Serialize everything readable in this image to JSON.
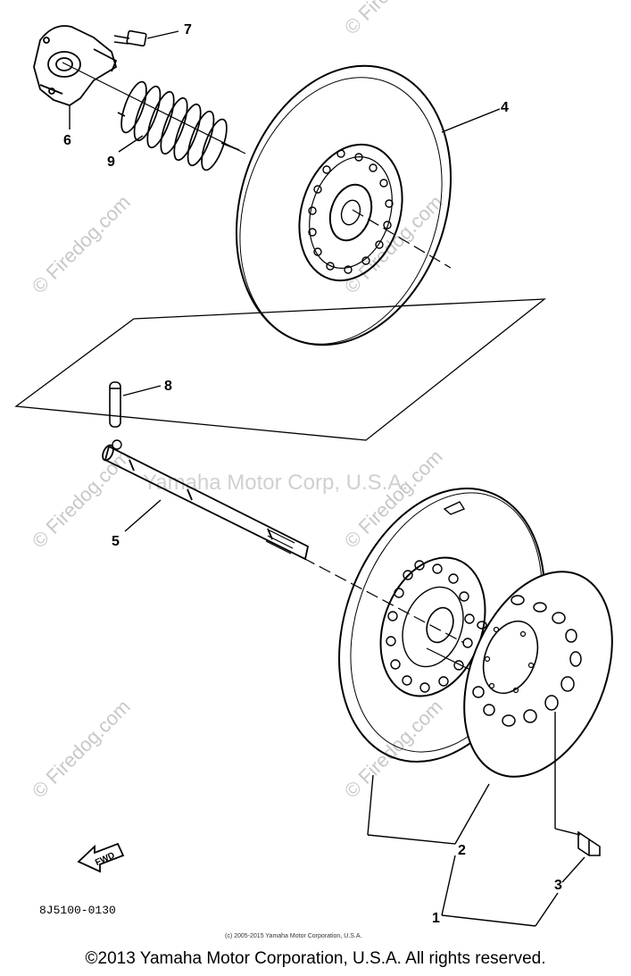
{
  "callouts": [
    "1",
    "2",
    "3",
    "4",
    "5",
    "6",
    "7",
    "8",
    "9"
  ],
  "watermark": "© Firedog.com",
  "center_watermark": "Yamaha Motor Corp, U.S.A.",
  "fwd_label": "FWD",
  "part_number": "8J5100-0130",
  "small_copyright": "(c) 2005-2015 Yamaha Motor Corporation, U.S.A.",
  "footer_copyright": "©2013 Yamaha Motor Corporation, U.S.A. All rights reserved."
}
